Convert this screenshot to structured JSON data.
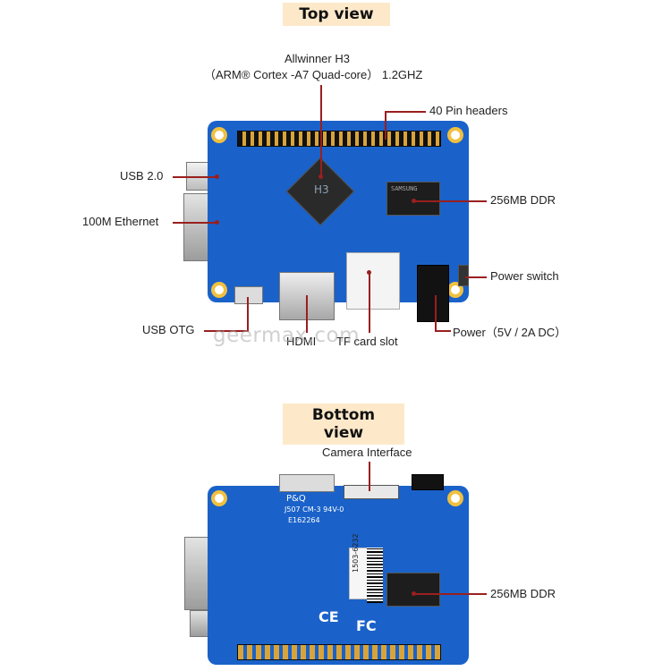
{
  "top_view": {
    "title": "Top view",
    "labels": {
      "cpu_line1": "Allwinner H3",
      "cpu_line2": "（ARM® Cortex -A7 Quad-core） 1.2GHZ",
      "pin_headers": "40 Pin headers",
      "usb2": "USB 2.0",
      "ethernet": "100M Ethernet",
      "ddr": "256MB DDR",
      "power_switch": "Power switch",
      "usb_otg": "USB OTG",
      "hdmi": "HDMI",
      "tf_slot": "TF card slot",
      "power": "Power（5V / 2A DC）"
    },
    "chip_text": {
      "cpu": "H3",
      "ddr": "SAMSUNG"
    }
  },
  "bottom_view": {
    "title": "Bottom view",
    "labels": {
      "camera": "Camera Interface",
      "ddr": "256MB DDR"
    },
    "board_text": {
      "pq": "P&Q",
      "code1": "J507 CM-3 94V-0",
      "code2": "E162264",
      "sticker": "1503-6232",
      "ce": "CE",
      "fc": "FC"
    }
  },
  "watermark": "geermax.com",
  "colors": {
    "board": "#1a62c9",
    "pointer": "#9a1f1f",
    "title_bg": "#fde9c9"
  }
}
